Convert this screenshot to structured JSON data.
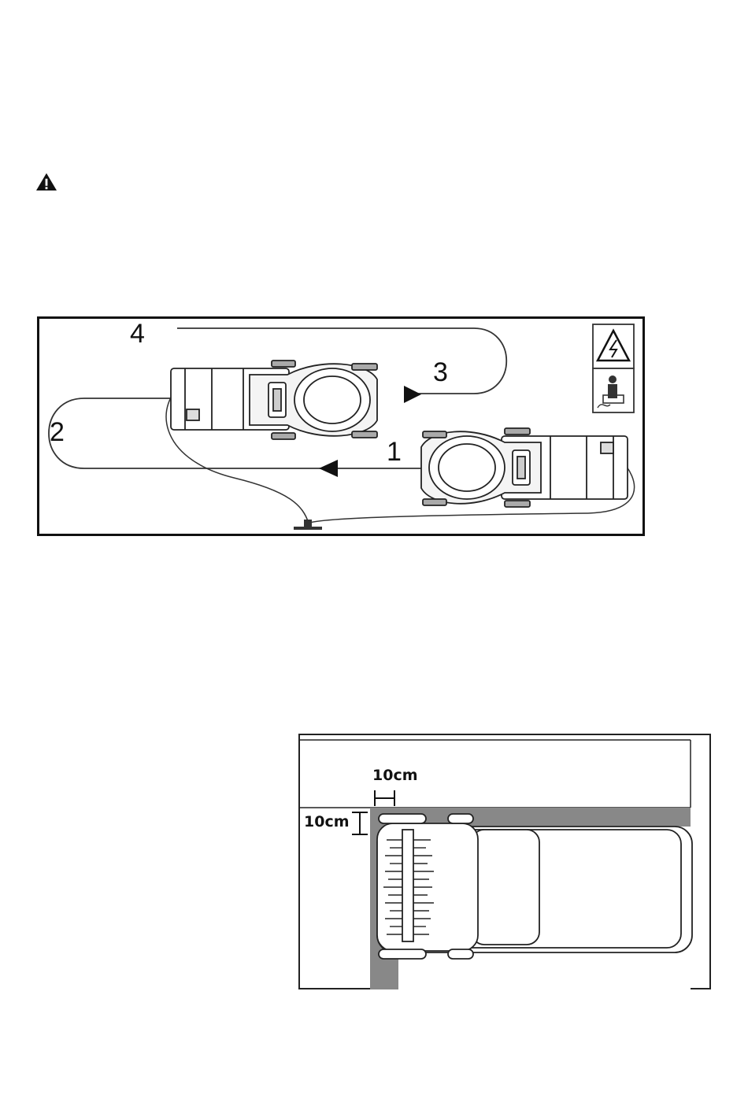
{
  "warning_icon": "warning-triangle-icon",
  "figure1": {
    "step_labels": [
      "1",
      "2",
      "3",
      "4"
    ],
    "safety_icons": [
      "electric-shock-warning-icon",
      "operator-with-cable-icon"
    ]
  },
  "figure2": {
    "horizontal_gap_label": "10cm",
    "vertical_gap_label": "10cm"
  }
}
